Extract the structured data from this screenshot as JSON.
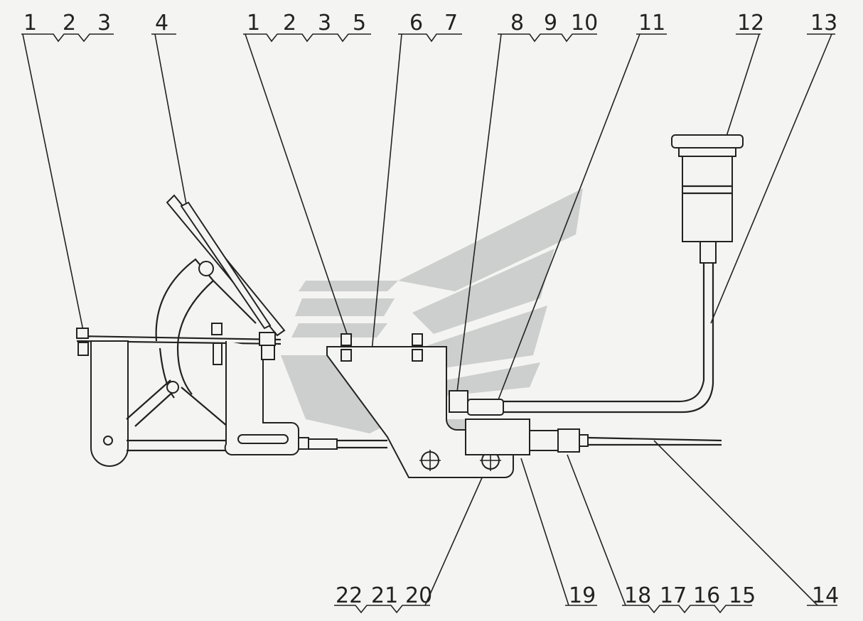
{
  "watermark_color": "#c8ccca",
  "line_color": "#222222",
  "background_color": "#f4f4f2",
  "labels": {
    "g1": [
      "1",
      "2",
      "3"
    ],
    "l4": "4",
    "g2": [
      "1",
      "2",
      "3",
      "5"
    ],
    "g3": [
      "6",
      "7"
    ],
    "g4": [
      "8",
      "9",
      "10"
    ],
    "l11": "11",
    "l12": "12",
    "l13": "13",
    "bottom_left": [
      "22",
      "21",
      "20"
    ],
    "l19": "19",
    "bottom_right": [
      "18",
      "17",
      "16",
      "15"
    ],
    "l14": "14"
  }
}
